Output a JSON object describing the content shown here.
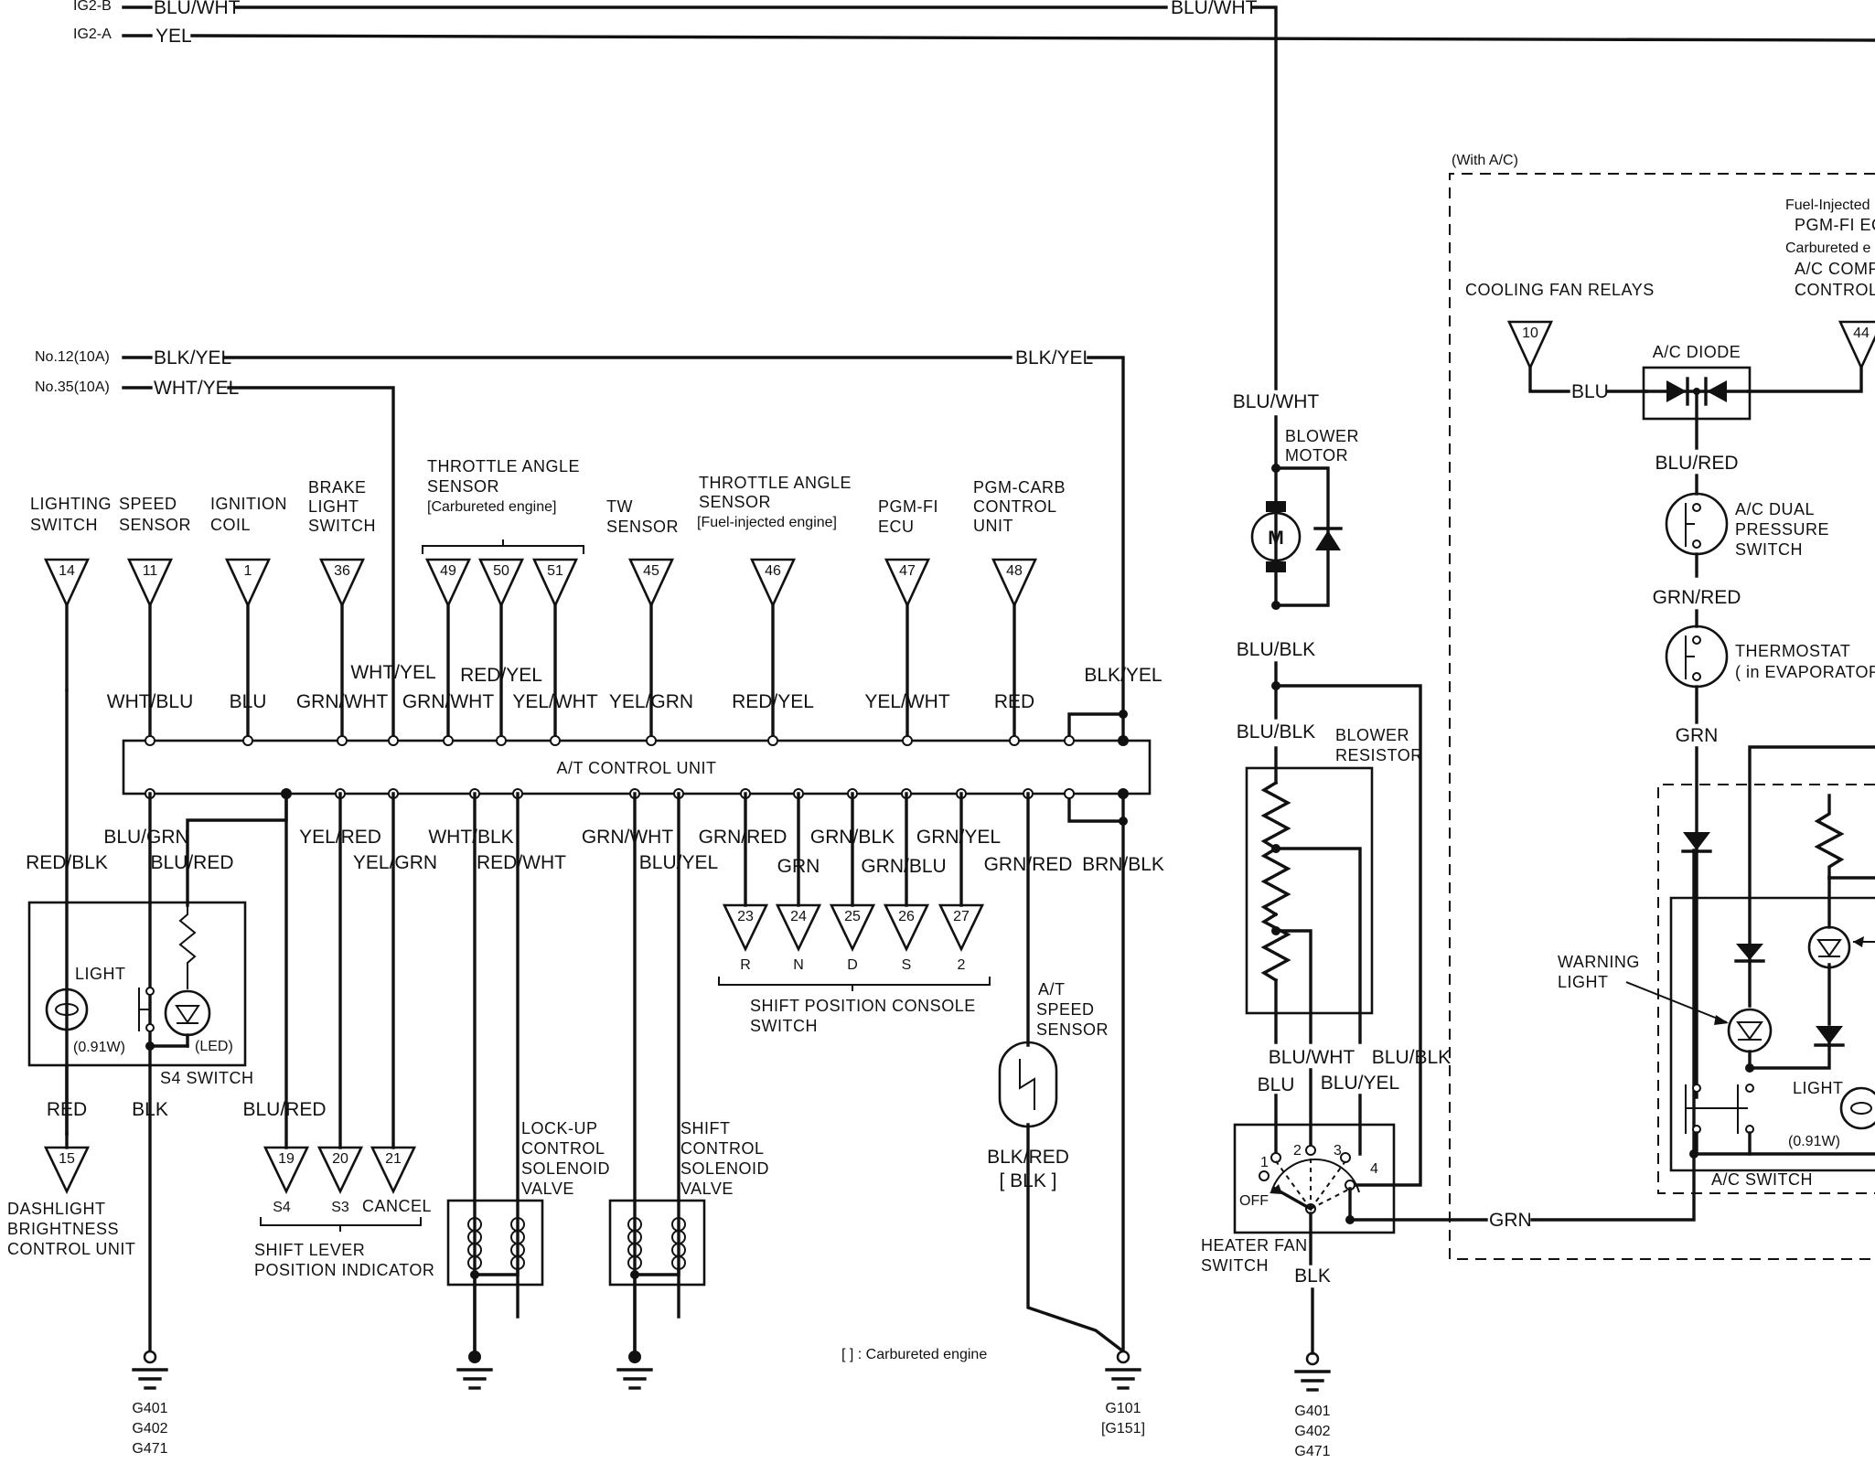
{
  "power": {
    "ig2b": "IG2-B",
    "ig2a": "IG2-A",
    "blu_wht": "BLU/WHT",
    "yel": "YEL",
    "fuse12": "No.12(10A)",
    "fuse35": "No.35(10A)",
    "blk_yel": "BLK/YEL",
    "wht_yel": "WHT/YEL"
  },
  "inputs": {
    "lighting": [
      "LIGHTING",
      "SWITCH"
    ],
    "speed": [
      "SPEED",
      "SENSOR"
    ],
    "ignition": [
      "IGNITION",
      "COIL"
    ],
    "brake": [
      "BRAKE",
      "LIGHT",
      "SWITCH"
    ],
    "throttle_carb": [
      "THROTTLE ANGLE",
      "SENSOR",
      "[Carbureted engine]"
    ],
    "tw": [
      "TW",
      "SENSOR"
    ],
    "throttle_fi": [
      "THROTTLE ANGLE",
      "SENSOR",
      "[Fuel-injected engine]"
    ],
    "pgmfi": [
      "PGM-FI",
      "ECU"
    ],
    "pgmcarb": [
      "PGM-CARB",
      "CONTROL",
      "UNIT"
    ]
  },
  "connectors": {
    "c14": "14",
    "c11": "11",
    "c1": "1",
    "c36": "36",
    "c49": "49",
    "c50": "50",
    "c51": "51",
    "c45": "45",
    "c46": "46",
    "c47": "47",
    "c48": "48",
    "c15": "15",
    "c19": "19",
    "c20": "20",
    "c21": "21",
    "c23": "23",
    "c24": "24",
    "c25": "25",
    "c26": "26",
    "c27": "27",
    "c10": "10",
    "c44": "44"
  },
  "wires_top": {
    "wht_blu": "WHT/BLU",
    "blu": "BLU",
    "grn_wht": "GRN/WHT",
    "wht_yel": "WHT/YEL",
    "grn_wht2": "GRN/WHT",
    "red_yel": "RED/YEL",
    "yel_wht": "YEL/WHT",
    "yel_grn": "YEL/GRN",
    "red_yel2": "RED/YEL",
    "yel_wht2": "YEL/WHT",
    "red": "RED",
    "blk_yel": "BLK/YEL"
  },
  "atcu": {
    "label": "A/T CONTROL UNIT"
  },
  "wires_bottom": {
    "red_blk": "RED/BLK",
    "blu_grn": "BLU/GRN",
    "blu_red": "BLU/RED",
    "yel_red": "YEL/RED",
    "yel_grn": "YEL/GRN",
    "wht_blk": "WHT/BLK",
    "red_wht": "RED/WHT",
    "grn_wht": "GRN/WHT",
    "blu_yel": "BLU/YEL",
    "grn_red": "GRN/RED",
    "grn": "GRN",
    "grn_blk": "GRN/BLK",
    "grn_blu": "GRN/BLU",
    "grn_yel": "GRN/YEL",
    "grn_red2": "GRN/RED",
    "brn_blk": "BRN/BLK",
    "red": "RED",
    "blk": "BLK",
    "blu_red2": "BLU/RED",
    "blk_red": "BLK/RED",
    "blk_bracket": "[ BLK ]"
  },
  "s4": {
    "light": "LIGHT",
    "watt": "(0.91W)",
    "led": "(LED)",
    "switch": "S4 SWITCH"
  },
  "dashlight": [
    "DASHLIGHT",
    "BRIGHTNESS",
    "CONTROL UNIT"
  ],
  "shift_lever": {
    "s4": "S4",
    "s3": "S3",
    "cancel": "CANCEL",
    "label": [
      "SHIFT LEVER",
      "POSITION INDICATOR"
    ]
  },
  "shift_console": {
    "r": "R",
    "n": "N",
    "d": "D",
    "s": "S",
    "two": "2",
    "label": [
      "SHIFT POSITION CONSOLE",
      "SWITCH"
    ]
  },
  "lockup": [
    "LOCK-UP",
    "CONTROL",
    "SOLENOID",
    "VALVE"
  ],
  "shift_sol": [
    "SHIFT",
    "CONTROL",
    "SOLENOID",
    "VALVE"
  ],
  "atspeed": [
    "A/T",
    "SPEED",
    "SENSOR"
  ],
  "note": "[    ] : Carbureted engine",
  "grounds": {
    "g1": [
      "G401",
      "G402",
      "G471"
    ],
    "g2": [
      "G101",
      "[G151]"
    ],
    "g3": [
      "G401",
      "G402",
      "G471"
    ]
  },
  "blower": {
    "blu_wht": "BLU/WHT",
    "motor": [
      "BLOWER",
      "MOTOR"
    ],
    "m": "M",
    "blu_blk": "BLU/BLK",
    "blu_blk2": "BLU/BLK",
    "resistor": [
      "BLOWER",
      "RESISTOR"
    ],
    "blu_wht2": "BLU/WHT",
    "blu_blk3": "BLU/BLK",
    "blu": "BLU",
    "blu_yel": "BLU/YEL",
    "heater": [
      "HEATER FAN",
      "SWITCH"
    ],
    "off": "OFF",
    "t1": "1",
    "t2": "2",
    "t3": "3",
    "t4": "4",
    "blk": "BLK",
    "grn": "GRN"
  },
  "ac": {
    "with_ac": "(With A/C)",
    "fi_label": [
      "Fuel-Injected",
      "PGM-FI EC",
      "Carbureted e",
      "A/C COMPR",
      "CONTROL"
    ],
    "cooling": "COOLING FAN RELAYS",
    "diode": "A/C DIODE",
    "blu": "BLU",
    "blu_red": "BLU/RED",
    "dual": [
      "A/C DUAL",
      "PRESSURE",
      "SWITCH"
    ],
    "grn_red": "GRN/RED",
    "thermo": [
      "THERMOSTAT",
      "( in EVAPORATOR"
    ],
    "grn": "GRN",
    "warning": [
      "WARNING",
      "LIGHT"
    ],
    "light": "LIGHT",
    "watt": "(0.91W)",
    "switch": "A/C SWITCH"
  }
}
